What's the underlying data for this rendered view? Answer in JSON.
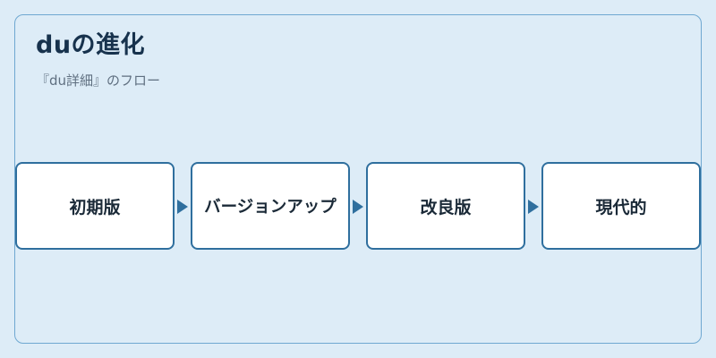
{
  "diagram": {
    "title": "duの進化",
    "subtitle": "『du詳細』のフロー",
    "steps": [
      {
        "label": "初期版"
      },
      {
        "label": "バージョンアップ"
      },
      {
        "label": "改良版"
      },
      {
        "label": "現代的"
      }
    ],
    "colors": {
      "background": "#ddecf7",
      "frame_border": "#6fa8d1",
      "box_border": "#2f6f9e",
      "arrow": "#2f6f9e",
      "title": "#17324d",
      "subtitle": "#5f6f80"
    }
  }
}
